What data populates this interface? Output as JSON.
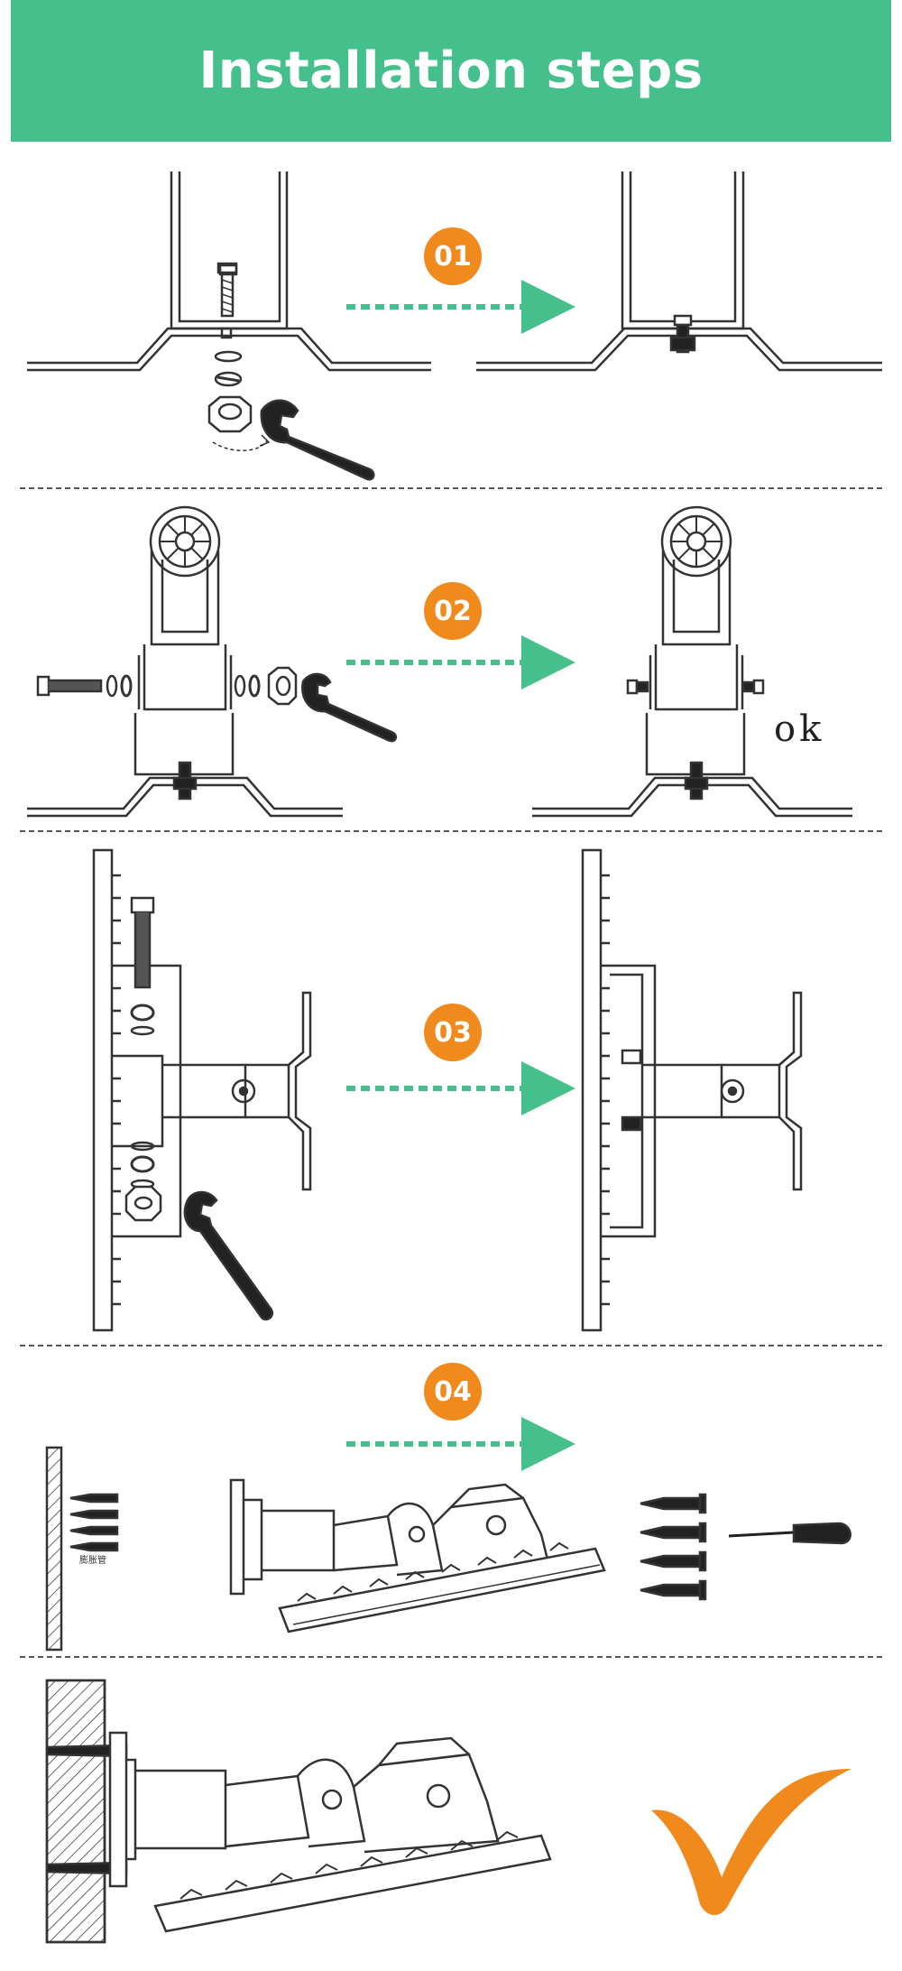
{
  "header": {
    "title": "Installation steps"
  },
  "steps": [
    {
      "number": "01"
    },
    {
      "number": "02",
      "result_label": "ok"
    },
    {
      "number": "03"
    },
    {
      "number": "04",
      "anchor_label": "膨胀管"
    }
  ],
  "colors": {
    "header_bg": "#45c08c",
    "arrow": "#45c08c",
    "badge": "#f08a1c",
    "check": "#f08a1c",
    "line_art": "#333333"
  },
  "icons": [
    "wrench-icon",
    "screwdriver-icon",
    "checkmark-icon",
    "bolt-icon",
    "nut-icon",
    "washer-icon",
    "screw-icon"
  ]
}
